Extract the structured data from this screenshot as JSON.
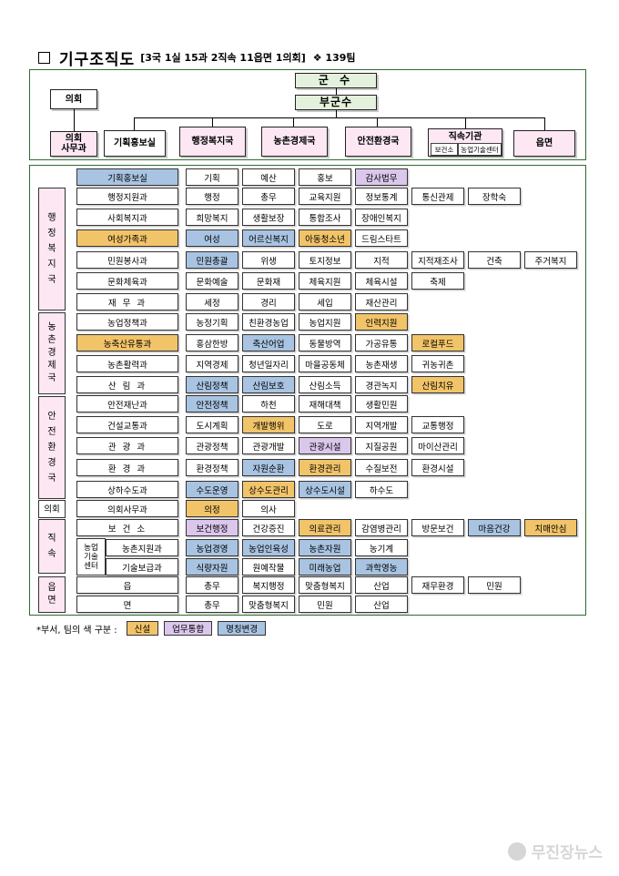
{
  "title": {
    "main": "기구조직도",
    "sub": "[3국 1실 15과 2직속 11읍면 1의회]",
    "teams": "❖ 139팀"
  },
  "colors": {
    "new": "#f2c469",
    "merged": "#dbc7ec",
    "renamed": "#a9c4e2",
    "group": "#fce7f3",
    "frame": "#2f6b2f"
  },
  "top": {
    "governor": "군 수",
    "vice": "부군수",
    "council": "의회",
    "council_office": "의회\n사무과",
    "depts": [
      "기획홍보실",
      "행정복지국",
      "농촌경제국",
      "안전환경국",
      "직속기관",
      "읍면"
    ],
    "affiliated": [
      "보건소",
      "농업기술센터"
    ]
  },
  "groups": [
    "행\n정\n복\n지\n국",
    "농\n촌\n경\n제\n국",
    "안\n전\n환\n경\n국",
    "의회",
    "직\n속",
    "읍\n면",
    "농업\n기술\n센터"
  ],
  "rows": [
    {
      "dept": "기획홍보실",
      "dc": "renamed",
      "teams": [
        [
          "기획",
          ""
        ],
        [
          "예산",
          ""
        ],
        [
          "홍보",
          ""
        ],
        [
          "감사법무",
          "merged"
        ]
      ]
    },
    {
      "dept": "행정지원과",
      "dc": "",
      "teams": [
        [
          "행정",
          ""
        ],
        [
          "총무",
          ""
        ],
        [
          "교육지원",
          ""
        ],
        [
          "정보통계",
          ""
        ],
        [
          "통신관제",
          ""
        ],
        [
          "장학숙",
          ""
        ]
      ]
    },
    {
      "dept": "사회복지과",
      "dc": "",
      "teams": [
        [
          "희망복지",
          ""
        ],
        [
          "생활보장",
          ""
        ],
        [
          "통합조사",
          ""
        ],
        [
          "장애인복지",
          ""
        ]
      ]
    },
    {
      "dept": "여성가족과",
      "dc": "new",
      "teams": [
        [
          "여성",
          "renamed"
        ],
        [
          "어르신복지",
          "renamed"
        ],
        [
          "아동청소년",
          "new"
        ],
        [
          "드림스타트",
          ""
        ]
      ]
    },
    {
      "dept": "민원봉사과",
      "dc": "",
      "teams": [
        [
          "민원총괄",
          "renamed"
        ],
        [
          "위생",
          ""
        ],
        [
          "토지정보",
          ""
        ],
        [
          "지적",
          ""
        ],
        [
          "지적재조사",
          ""
        ],
        [
          "건축",
          ""
        ],
        [
          "주거복지",
          ""
        ]
      ]
    },
    {
      "dept": "문화체육과",
      "dc": "",
      "teams": [
        [
          "문화예술",
          ""
        ],
        [
          "문화재",
          ""
        ],
        [
          "체육지원",
          ""
        ],
        [
          "체육시설",
          ""
        ],
        [
          "축제",
          ""
        ]
      ]
    },
    {
      "dept": "재 무 과",
      "dc": "",
      "teams": [
        [
          "세정",
          ""
        ],
        [
          "경리",
          ""
        ],
        [
          "세입",
          ""
        ],
        [
          "재산관리",
          ""
        ]
      ]
    },
    {
      "dept": "농업정책과",
      "dc": "",
      "teams": [
        [
          "농정기획",
          ""
        ],
        [
          "친환경농업",
          ""
        ],
        [
          "농업지원",
          ""
        ],
        [
          "인력지원",
          "new"
        ]
      ]
    },
    {
      "dept": "농축산유통과",
      "dc": "new",
      "teams": [
        [
          "홍삼한방",
          ""
        ],
        [
          "축산어업",
          "renamed"
        ],
        [
          "동물방역",
          ""
        ],
        [
          "가공유통",
          ""
        ],
        [
          "로컬푸드",
          "new"
        ]
      ]
    },
    {
      "dept": "농촌활력과",
      "dc": "",
      "teams": [
        [
          "지역경제",
          ""
        ],
        [
          "청년일자리",
          ""
        ],
        [
          "마을공동체",
          ""
        ],
        [
          "농촌재생",
          ""
        ],
        [
          "귀농귀촌",
          ""
        ]
      ]
    },
    {
      "dept": "산 림 과",
      "dc": "",
      "teams": [
        [
          "산림정책",
          "renamed"
        ],
        [
          "산림보호",
          "renamed"
        ],
        [
          "산림소득",
          ""
        ],
        [
          "경관녹지",
          ""
        ],
        [
          "산림치유",
          "new"
        ]
      ]
    },
    {
      "dept": "안전재난과",
      "dc": "",
      "teams": [
        [
          "안전정책",
          "renamed"
        ],
        [
          "하천",
          ""
        ],
        [
          "재해대책",
          ""
        ],
        [
          "생활민원",
          ""
        ]
      ]
    },
    {
      "dept": "건설교통과",
      "dc": "",
      "teams": [
        [
          "도시계획",
          ""
        ],
        [
          "개발행위",
          "new"
        ],
        [
          "도로",
          ""
        ],
        [
          "지역개발",
          ""
        ],
        [
          "교통행정",
          ""
        ]
      ]
    },
    {
      "dept": "관 광 과",
      "dc": "",
      "teams": [
        [
          "관광정책",
          ""
        ],
        [
          "관광개발",
          ""
        ],
        [
          "관광시설",
          "merged"
        ],
        [
          "지질공원",
          ""
        ],
        [
          "마이산관리",
          ""
        ]
      ]
    },
    {
      "dept": "환 경 과",
      "dc": "",
      "teams": [
        [
          "환경정책",
          ""
        ],
        [
          "자원순환",
          "renamed"
        ],
        [
          "환경관리",
          "new"
        ],
        [
          "수질보전",
          ""
        ],
        [
          "환경시설",
          ""
        ]
      ]
    },
    {
      "dept": "상하수도과",
      "dc": "",
      "teams": [
        [
          "수도운영",
          "renamed"
        ],
        [
          "상수도관리",
          "new"
        ],
        [
          "상수도시설",
          "renamed"
        ],
        [
          "하수도",
          ""
        ]
      ]
    },
    {
      "dept": "의회사무과",
      "dc": "",
      "teams": [
        [
          "의정",
          "new"
        ],
        [
          "의사",
          ""
        ]
      ]
    },
    {
      "dept": "보 건 소",
      "dc": "",
      "teams": [
        [
          "보건행정",
          "merged"
        ],
        [
          "건강증진",
          ""
        ],
        [
          "의료관리",
          "new"
        ],
        [
          "감염병관리",
          ""
        ],
        [
          "방문보건",
          ""
        ],
        [
          "마음건강",
          "renamed"
        ],
        [
          "치매안심",
          "new"
        ]
      ]
    },
    {
      "dept": "농촌지원과",
      "dc": "",
      "teams": [
        [
          "농업경영",
          "renamed"
        ],
        [
          "농업인육성",
          "renamed"
        ],
        [
          "농촌자원",
          "renamed"
        ],
        [
          "농기계",
          ""
        ]
      ]
    },
    {
      "dept": "기술보급과",
      "dc": "",
      "teams": [
        [
          "식량자원",
          "renamed"
        ],
        [
          "원예작물",
          ""
        ],
        [
          "미래농업",
          "renamed"
        ],
        [
          "과학영농",
          "renamed"
        ]
      ]
    },
    {
      "dept": "읍",
      "dc": "",
      "teams": [
        [
          "총무",
          ""
        ],
        [
          "복지행정",
          ""
        ],
        [
          "맞춤형복지",
          ""
        ],
        [
          "산업",
          ""
        ],
        [
          "재무환경",
          ""
        ],
        [
          "민원",
          ""
        ]
      ]
    },
    {
      "dept": "면",
      "dc": "",
      "teams": [
        [
          "총무",
          ""
        ],
        [
          "맞춤형복지",
          ""
        ],
        [
          "민원",
          ""
        ],
        [
          "산업",
          ""
        ]
      ]
    }
  ],
  "legend": {
    "label": "*부서, 팀의 색 구분 :",
    "items": [
      [
        "신설",
        "new"
      ],
      [
        "업무통합",
        "merged"
      ],
      [
        "명칭변경",
        "renamed"
      ]
    ]
  },
  "watermark": "무진장뉴스"
}
